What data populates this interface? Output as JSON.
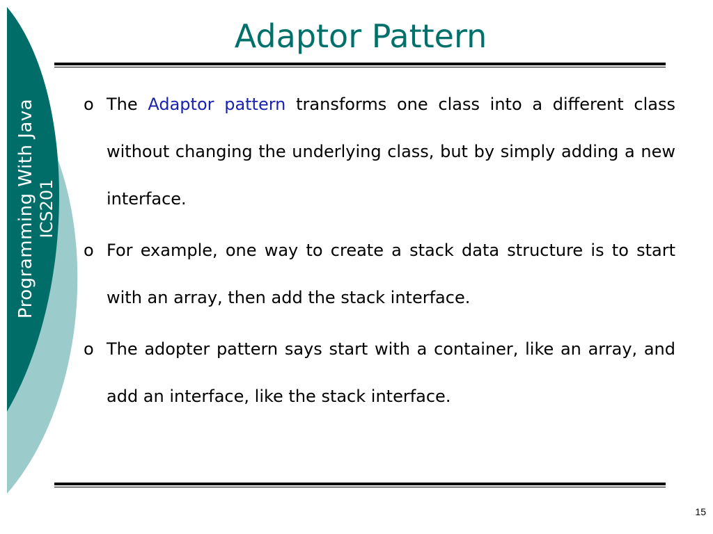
{
  "slide": {
    "title": "Adaptor Pattern",
    "page_number": "15",
    "colors": {
      "accent_dark": "#00706a",
      "accent_light": "#9ccbcb",
      "highlight": "#1a23b0"
    }
  },
  "sidebar": {
    "course_title": "Programming With Java",
    "course_code": "ICS201"
  },
  "bullets": [
    {
      "marker": "o",
      "before": "The ",
      "highlight": "Adaptor pattern",
      "after": " transforms one class into a different class without changing the underlying class, but by simply adding a new interface."
    },
    {
      "marker": "o",
      "text": "For example, one way to create a stack data structure is to start with an array, then add the stack interface."
    },
    {
      "marker": "o",
      "text": "The adopter pattern says start with a container, like an array, and add an interface, like the stack interface."
    }
  ]
}
